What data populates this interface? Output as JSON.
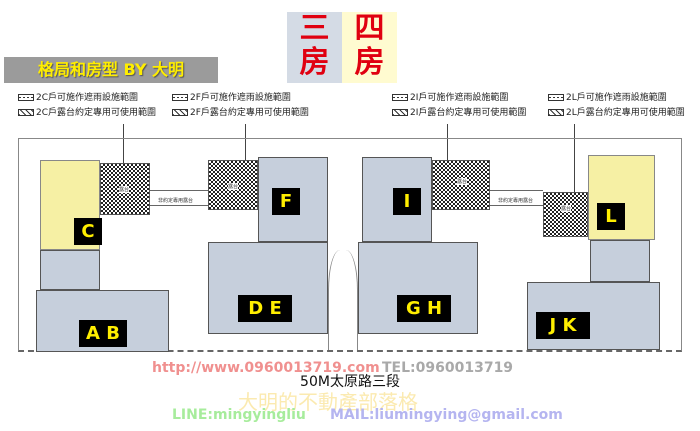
{
  "header": {
    "title": "格局和房型 BY 大明",
    "three_rooms": "三房",
    "four_rooms": "四房"
  },
  "legends": [
    {
      "unit": "2C",
      "awning": "2C戶可施作遮雨設施範圍",
      "terrace": "2C戶露台約定專用可使用範圍"
    },
    {
      "unit": "2F",
      "awning": "2F戶可施作遮雨設施範圍",
      "terrace": "2F戶露台約定專用可使用範圍"
    },
    {
      "unit": "2I",
      "awning": "2I戶可施作遮雨設施範圍",
      "terrace": "2I戶露台約定專用可使用範圍"
    },
    {
      "unit": "2L",
      "awning": "2L戶可施作遮雨設施範圍",
      "terrace": "2L戶露台約定專用可使用範圍"
    }
  ],
  "plan": {
    "units": [
      "A B",
      "C",
      "D E",
      "F",
      "G H",
      "I",
      "J K",
      "L"
    ],
    "terrace_label": "露台",
    "non_exclusive_label": "非約定專用露台",
    "road": "50M太原路三段"
  },
  "watermark": {
    "url": "http://www.0960013719.com",
    "tel": "TEL:0960013719",
    "blog": "大明的不動產部落格",
    "line": "LINE:mingyingliu",
    "mail": "MAIL:liumingying@gmail.com"
  },
  "colors": {
    "title_bg": "#9b9b9b",
    "title_text": "#ffee00",
    "rooms_red": "#e00010",
    "building": "#c6cfdc",
    "highlight": "#f6f0a4"
  }
}
